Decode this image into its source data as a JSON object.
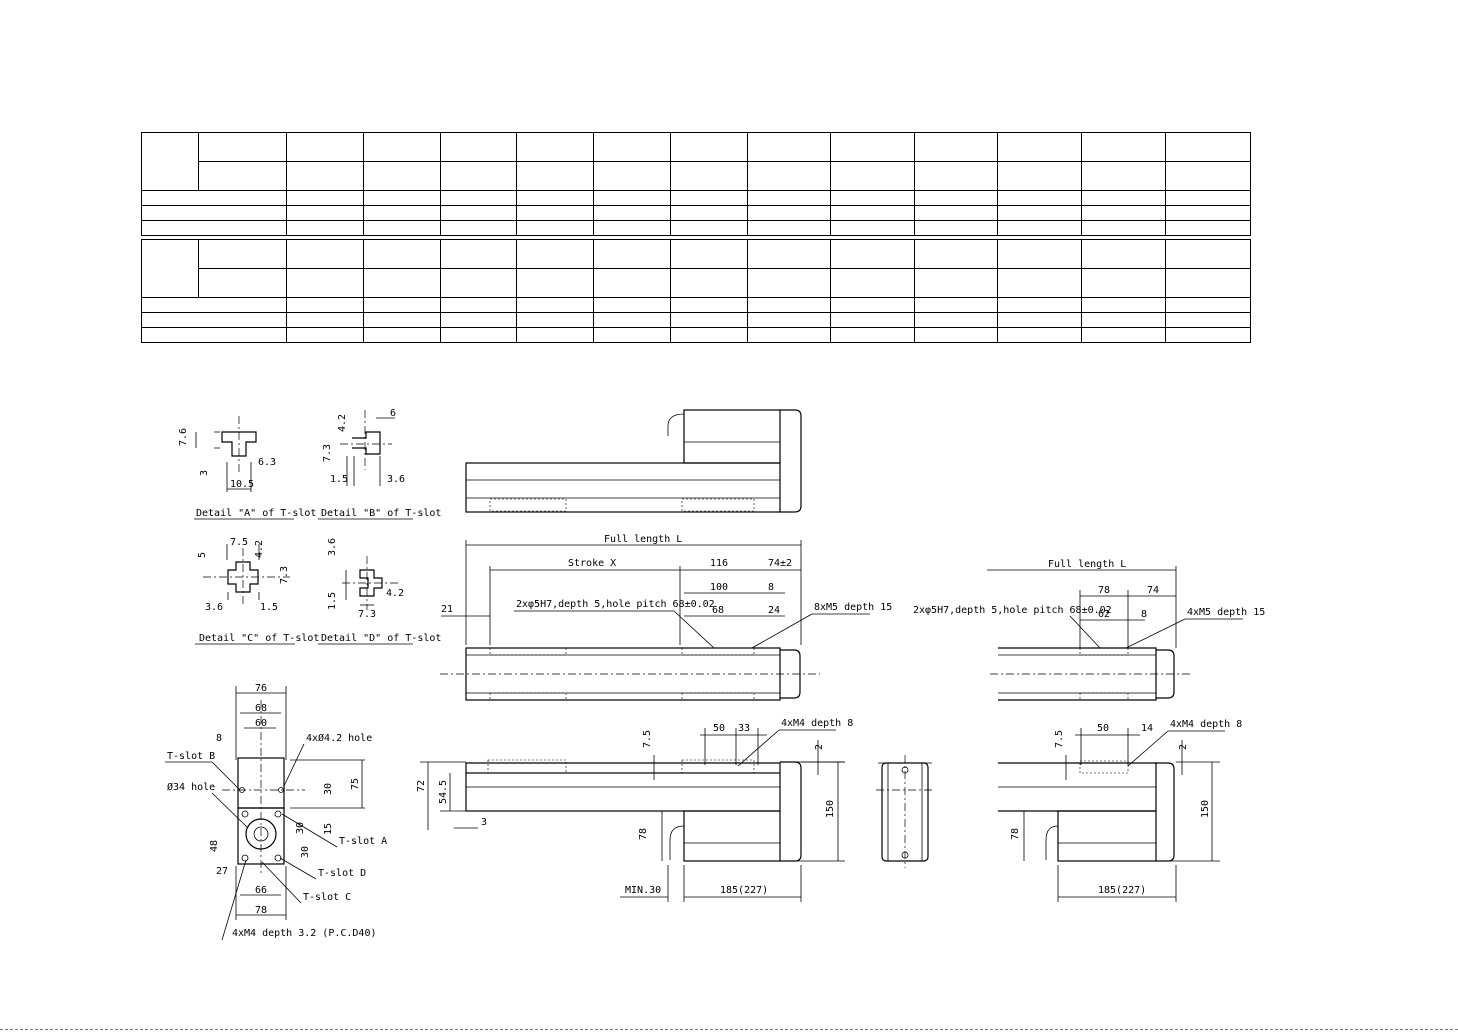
{
  "details": {
    "a": {
      "caption": "Detail \"A\" of T-slot",
      "dims": [
        "7.6",
        "3",
        "6.3",
        "10.5"
      ]
    },
    "b": {
      "caption": "Detail \"B\" of T-slot",
      "dims": [
        "6",
        "4.2",
        "7.3",
        "1.5",
        "3.6"
      ]
    },
    "c": {
      "caption": "Detail \"C\" of T-slot",
      "dims": [
        "7.5",
        "5",
        "4.2",
        "7.3",
        "3.6",
        "1.5"
      ]
    },
    "d": {
      "caption": "Detail \"D\" of T-slot",
      "dims": [
        "3.6",
        "4.2",
        "1.5",
        "7.3"
      ]
    }
  },
  "end_view": {
    "dims": [
      "76",
      "68",
      "60",
      "8",
      "75",
      "30",
      "15",
      "30",
      "30",
      "48",
      "27",
      "66",
      "78"
    ],
    "labels": {
      "hole_4x": "4xØ4.2 hole",
      "slot_b": "T-slot B",
      "hole_34": "Ø34 hole",
      "slot_a": "T-slot A",
      "slot_d": "T-slot D",
      "slot_c": "T-slot C",
      "m4_pcd": "4xM4 depth 3.2 (P.C.D40)"
    }
  },
  "main_view": {
    "full_length": "Full length L",
    "stroke": "Stroke X",
    "dims": [
      "116",
      "74±2",
      "100",
      "8",
      "68",
      "24",
      "21"
    ],
    "pin_holes": "2xφ5H7,depth 5,hole pitch 68±0.02",
    "m5": "8xM5 depth 15"
  },
  "short_view": {
    "full_length": "Full length L",
    "dims": [
      "78",
      "74",
      "62",
      "8"
    ],
    "pin_holes": "2xφ5H7,depth 5,hole pitch 68±0.02",
    "m5": "4xM5 depth 15"
  },
  "side_view": {
    "dims": [
      "50",
      "33",
      "7.5",
      "2",
      "72",
      "54.5",
      "3",
      "150",
      "78",
      "185(227)"
    ],
    "m4": "4xM4 depth 8",
    "min": "MIN.30"
  },
  "side_view_short": {
    "dims": [
      "50",
      "14",
      "7.5",
      "2",
      "150",
      "78",
      "185(227)"
    ],
    "m4": "4xM4 depth 8"
  }
}
